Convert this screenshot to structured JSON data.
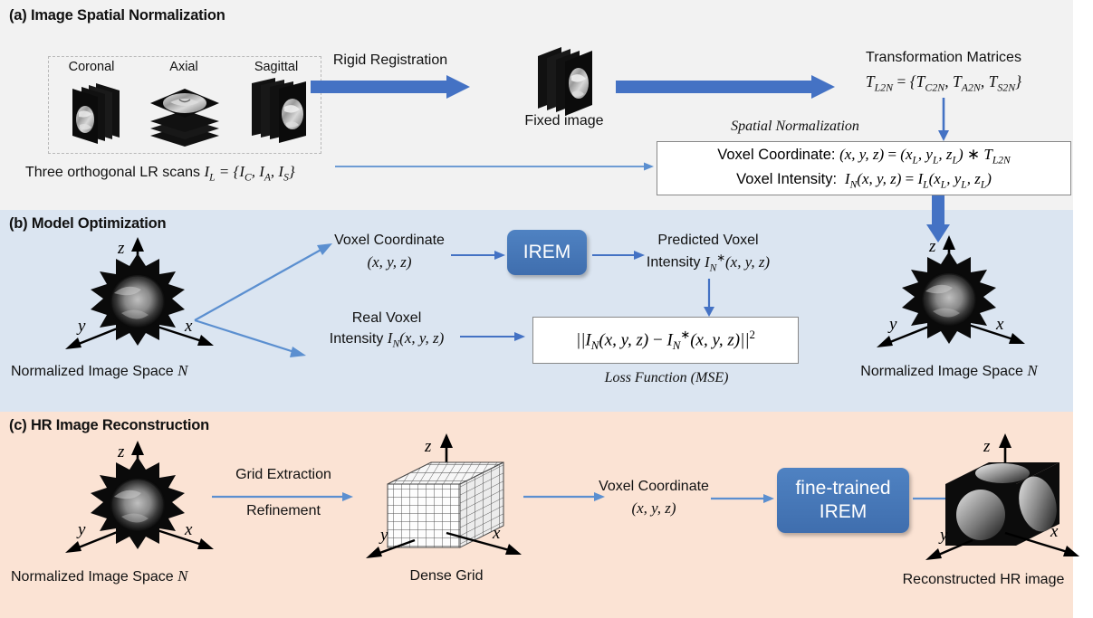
{
  "figure": {
    "panels": [
      {
        "id": "a",
        "title": "(a) Image Spatial Normalization",
        "bg": "#f2f2f2"
      },
      {
        "id": "b",
        "title": "(b) Model Optimization",
        "bg": "#dbe5f1"
      },
      {
        "id": "c",
        "title": "(c) HR Image Reconstruction",
        "bg": "#fbe3d4"
      }
    ],
    "accent_blue": "#4472a8",
    "arrow_blue": "#4472c4",
    "box_border": "#888888"
  },
  "panel_a": {
    "title": "(a) Image Spatial Normalization",
    "scan_labels": [
      "Coronal",
      "Axial",
      "Sagittal"
    ],
    "scans_caption_text": "Three orthogonal LR scans ",
    "scans_caption_math": "I_L = {I_C, I_A, I_S}",
    "registration_label": "Rigid Registration",
    "fixed_image_label": "Fixed image",
    "transformation_title": "Transformation Matrices",
    "transformation_math": "T_L2N = {T_C2N, T_A2N, T_S2N}",
    "spatial_norm_label": "Spatial Normalization",
    "formula_line1": "Voxel Coordinate: (x, y, z) = (x_L, y_L, z_L) * T_L2N",
    "formula_line2": "Voxel Intensity:  I_N(x, y, z) = I_L(x_L, y_L, z_L)"
  },
  "panel_b": {
    "title": "(b) Model Optimization",
    "space_label_text": "Normalized Image Space ",
    "space_label_math": "N",
    "voxel_coord_label": "Voxel Coordinate",
    "voxel_coord_math": "(x, y, z)",
    "model_box_label": "IREM",
    "predicted_label_line1": "Predicted Voxel",
    "predicted_label_line2": "Intensity I*_N(x, y, z)",
    "real_label_line1": "Real Voxel",
    "real_label_line2": "Intensity I_N(x, y, z)",
    "loss_formula": "||I_N(x, y, z) - I*_N(x, y, z)||^2",
    "loss_caption": "Loss Function (MSE)",
    "right_space_label_text": "Normalized Image Space ",
    "right_space_label_math": "N"
  },
  "panel_c": {
    "title": "(c) HR Image Reconstruction",
    "space_label_text": "Normalized Image Space ",
    "space_label_math": "N",
    "grid_extraction_label": "Grid Extraction",
    "refinement_label": "Refinement",
    "dense_grid_label": "Dense Grid",
    "voxel_coord_label": "Voxel Coordinate",
    "voxel_coord_math": "(x, y, z)",
    "model_box_line1": "fine-trained",
    "model_box_line2": "IREM",
    "result_label": "Reconstructed HR image"
  },
  "axes": {
    "x": "x",
    "y": "y",
    "z": "z"
  }
}
